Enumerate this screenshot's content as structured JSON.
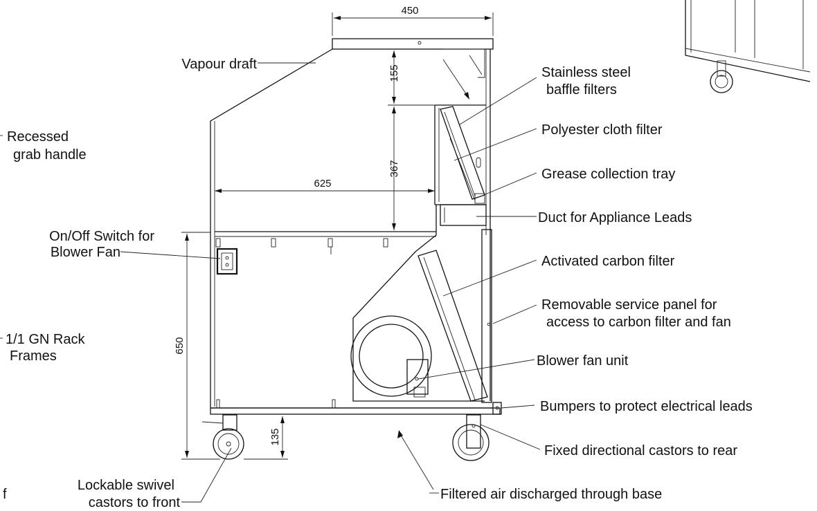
{
  "labels": {
    "vapour_draft": "Vapour draft",
    "baffle_1": "Stainless steel",
    "baffle_2": "baffle filters",
    "polyester": "Polyester cloth filter",
    "grease": "Grease collection tray",
    "duct": "Duct for Appliance Leads",
    "carbon": "Activated carbon filter",
    "service_1": "Removable service panel for",
    "service_2": "access to carbon filter and fan",
    "blower": "Blower fan unit",
    "bumpers": "Bumpers to protect electrical leads",
    "fixed_castors": "Fixed directional castors to rear",
    "filtered_air": "Filtered air discharged through base",
    "lockable_1": "Lockable swivel",
    "lockable_2": "castors to front",
    "onoff_1": "On/Off Switch for",
    "onoff_2": "Blower Fan",
    "recessed_1": "Recessed",
    "recessed_2": "grab handle",
    "rack_1": "1/1 GN Rack",
    "rack_2": "Frames",
    "edge_fragment": "f"
  },
  "dimensions": {
    "width_top": "450",
    "top_gap": "155",
    "filter_zone": "367",
    "depth": "625",
    "height": "650",
    "clearance": "135"
  },
  "colors": {
    "line": "#111111",
    "background": "#ffffff"
  }
}
